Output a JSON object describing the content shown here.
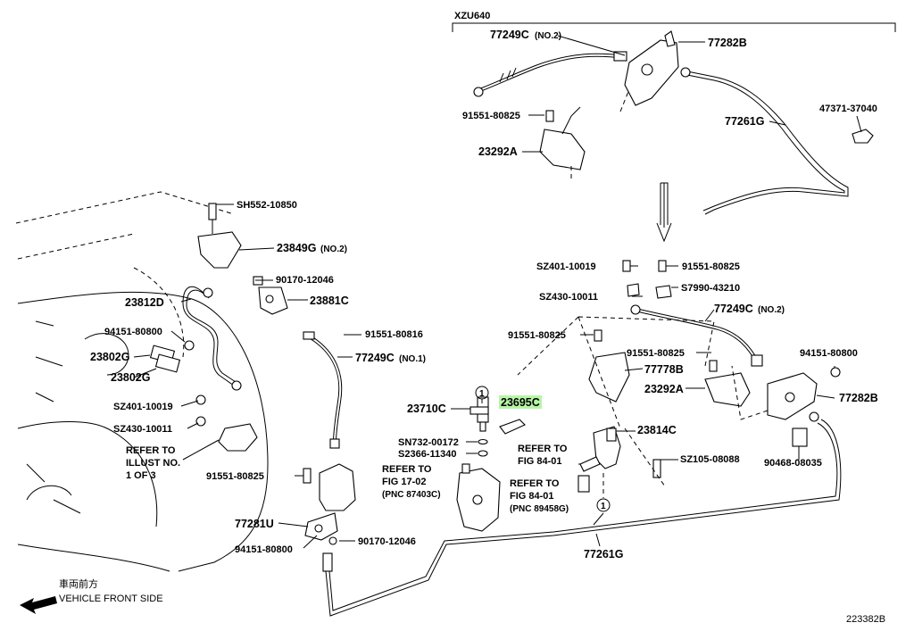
{
  "group_label": "XZU640",
  "diagram_id": "223382B",
  "vehicle_front": {
    "jp": "車両前方",
    "en": "VEHICLE FRONT SIDE"
  },
  "callout_marker": "1",
  "highlight_color": "#b6f5a6",
  "parts": {
    "p77249c_top": "77249C",
    "p77249c_top_note": "(NO.2)",
    "p77282b_top": "77282B",
    "p91551_80825_a": "91551-80825",
    "p23292a_top": "23292A",
    "p47371_37040": "47371-37040",
    "p77261g_top": "77261G",
    "sh552_10850": "SH552-10850",
    "p23849g": "23849G",
    "p23849g_note": "(NO.2)",
    "p90170_12046_a": "90170-12046",
    "p23881c": "23881C",
    "p23812d": "23812D",
    "p91551_80816": "91551-80816",
    "p94151_80800_a": "94151-80800",
    "p77249c_no1": "77249C",
    "p77249c_no1_note": "(NO.1)",
    "p23802g_a": "23802G",
    "p23802g_b": "23802G",
    "sz401_10019_a": "SZ401-10019",
    "sz430_10011_a": "SZ430-10011",
    "refer_illust_1": "REFER TO",
    "refer_illust_2": "ILLUST NO.",
    "refer_illust_3": "1 OF 3",
    "p91551_80825_b": "91551-80825",
    "p77281u": "77281U",
    "p94151_80800_b": "94151-80800",
    "p90170_12046_b": "90170-12046",
    "sz401_10019_b": "SZ401-10019",
    "p91551_80825_c": "91551-80825",
    "sz430_10011_b": "SZ430-10011",
    "s7990_43210": "S7990-43210",
    "p77249c_right": "77249C",
    "p77249c_right_note": "(NO.2)",
    "p91551_80825_d": "91551-80825",
    "p91551_80825_e": "91551-80825",
    "p77778b": "77778B",
    "p94151_80800_c": "94151-80800",
    "p23710c": "23710C",
    "p23695c": "23695C",
    "p23292a_right": "23292A",
    "p77282b_right": "77282B",
    "p23814c": "23814C",
    "sn732_00172": "SN732-00172",
    "s2366_11340": "S2366-11340",
    "refer_84_01_a1": "REFER TO",
    "refer_84_01_a2": "FIG 84-01",
    "sz105_08088": "SZ105-08088",
    "p90468_08035": "90468-08035",
    "refer_17_02_1": "REFER TO",
    "refer_17_02_2": "FIG 17-02",
    "refer_17_02_3": "(PNC 87403C)",
    "refer_84_01_b1": "REFER TO",
    "refer_84_01_b2": "FIG 84-01",
    "refer_84_01_b3": "(PNC 89458G)",
    "p77261g_bottom": "77261G"
  }
}
